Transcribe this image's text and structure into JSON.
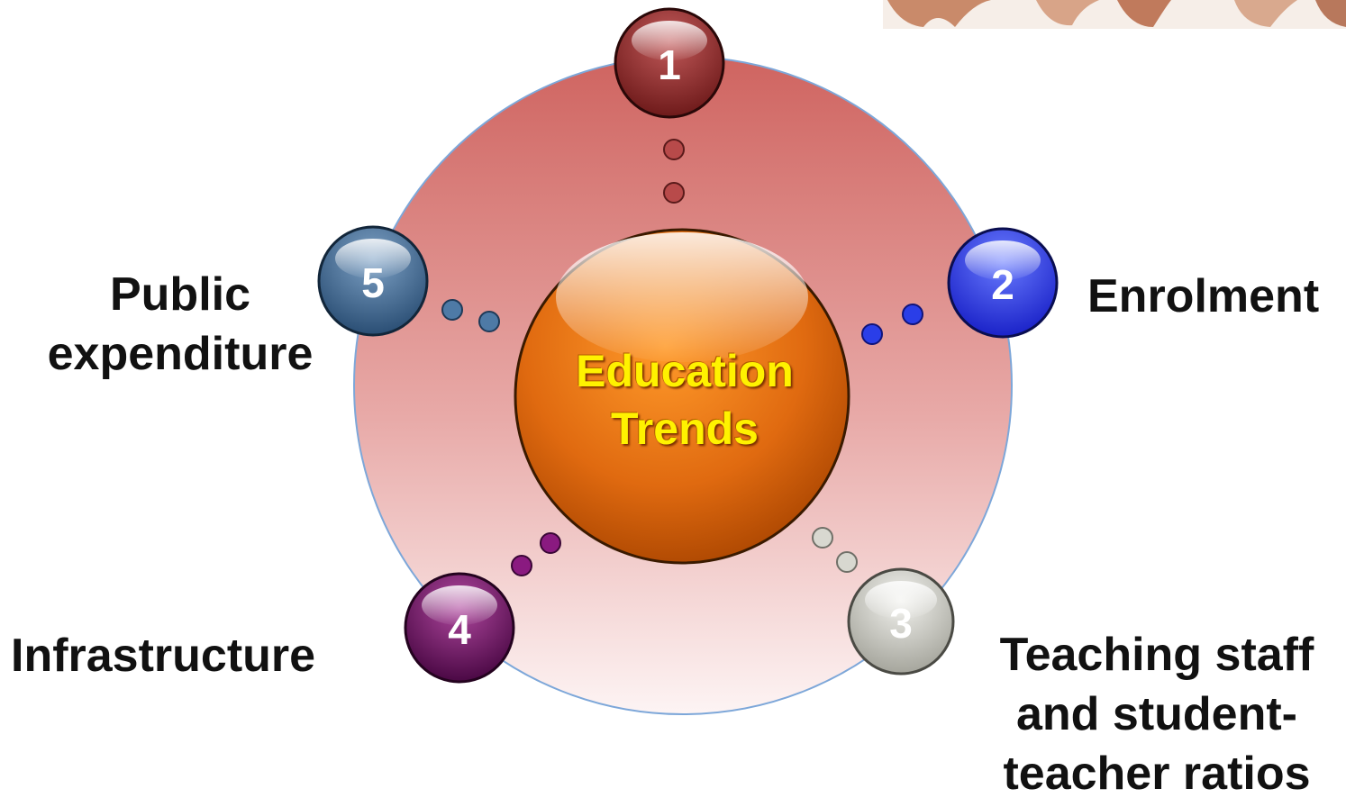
{
  "diagram": {
    "center": {
      "lines": [
        "Education",
        "Trends"
      ]
    },
    "nodes": [
      {
        "number": "1",
        "label": [],
        "color": "#8b2a2a"
      },
      {
        "number": "2",
        "label": [
          "Enrolment"
        ],
        "color": "#2a3ee8"
      },
      {
        "number": "3",
        "label": [
          "Teaching staff",
          "and student-",
          "teacher ratios"
        ],
        "color": "#bdbdb5"
      },
      {
        "number": "4",
        "label": [
          "Infrastructure"
        ],
        "color": "#6a0d62"
      },
      {
        "number": "5",
        "label": [
          "Public",
          "expenditure"
        ],
        "color": "#3e6a96"
      }
    ],
    "colors": {
      "ring": "#d26a68",
      "center": "#e56a0c",
      "center_text": "#fff200"
    }
  }
}
